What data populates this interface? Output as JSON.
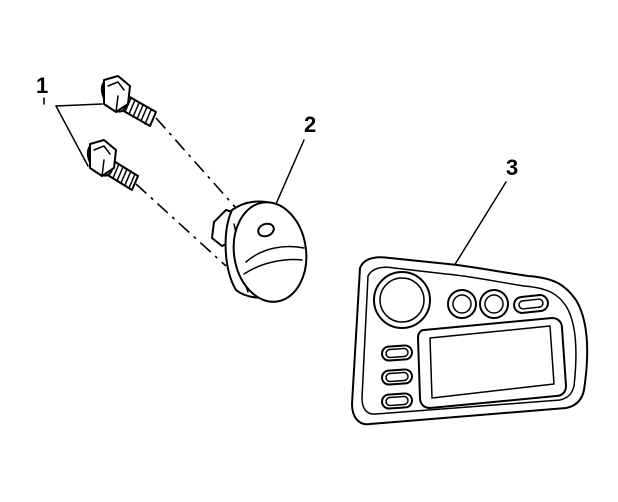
{
  "callouts": [
    {
      "id": "bolts",
      "label": "1"
    },
    {
      "id": "knob",
      "label": "2"
    },
    {
      "id": "bezel",
      "label": "3"
    }
  ],
  "colors": {
    "ink": "#000000",
    "background": "#ffffff"
  }
}
